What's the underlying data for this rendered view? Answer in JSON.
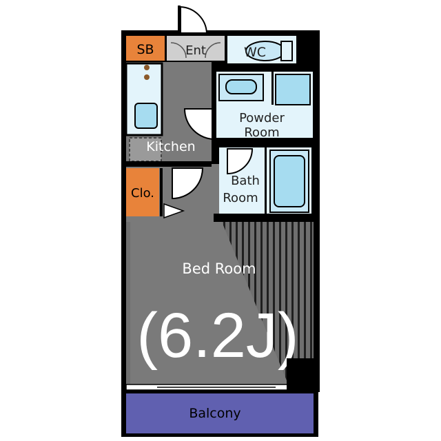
{
  "floorplan": {
    "labels": {
      "sb": "SB",
      "ent": "Ent",
      "wc": "WC",
      "kitchen": "Kitchen",
      "powder_line1": "Powder",
      "powder_line2": "Room",
      "bath_line1": "Bath",
      "bath_line2": "Room",
      "clo": "Clo.",
      "bedroom": "Bed Room",
      "size": "(6.2J)",
      "balcony": "Balcony"
    },
    "colors": {
      "wall": "#000000",
      "storage": "#e8833a",
      "wet_area": "#e3f4fb",
      "fixture": "#a6dcf0",
      "floor_gray": "#777777",
      "balcony": "#6060b0",
      "entrance": "#cfcfcf"
    }
  }
}
